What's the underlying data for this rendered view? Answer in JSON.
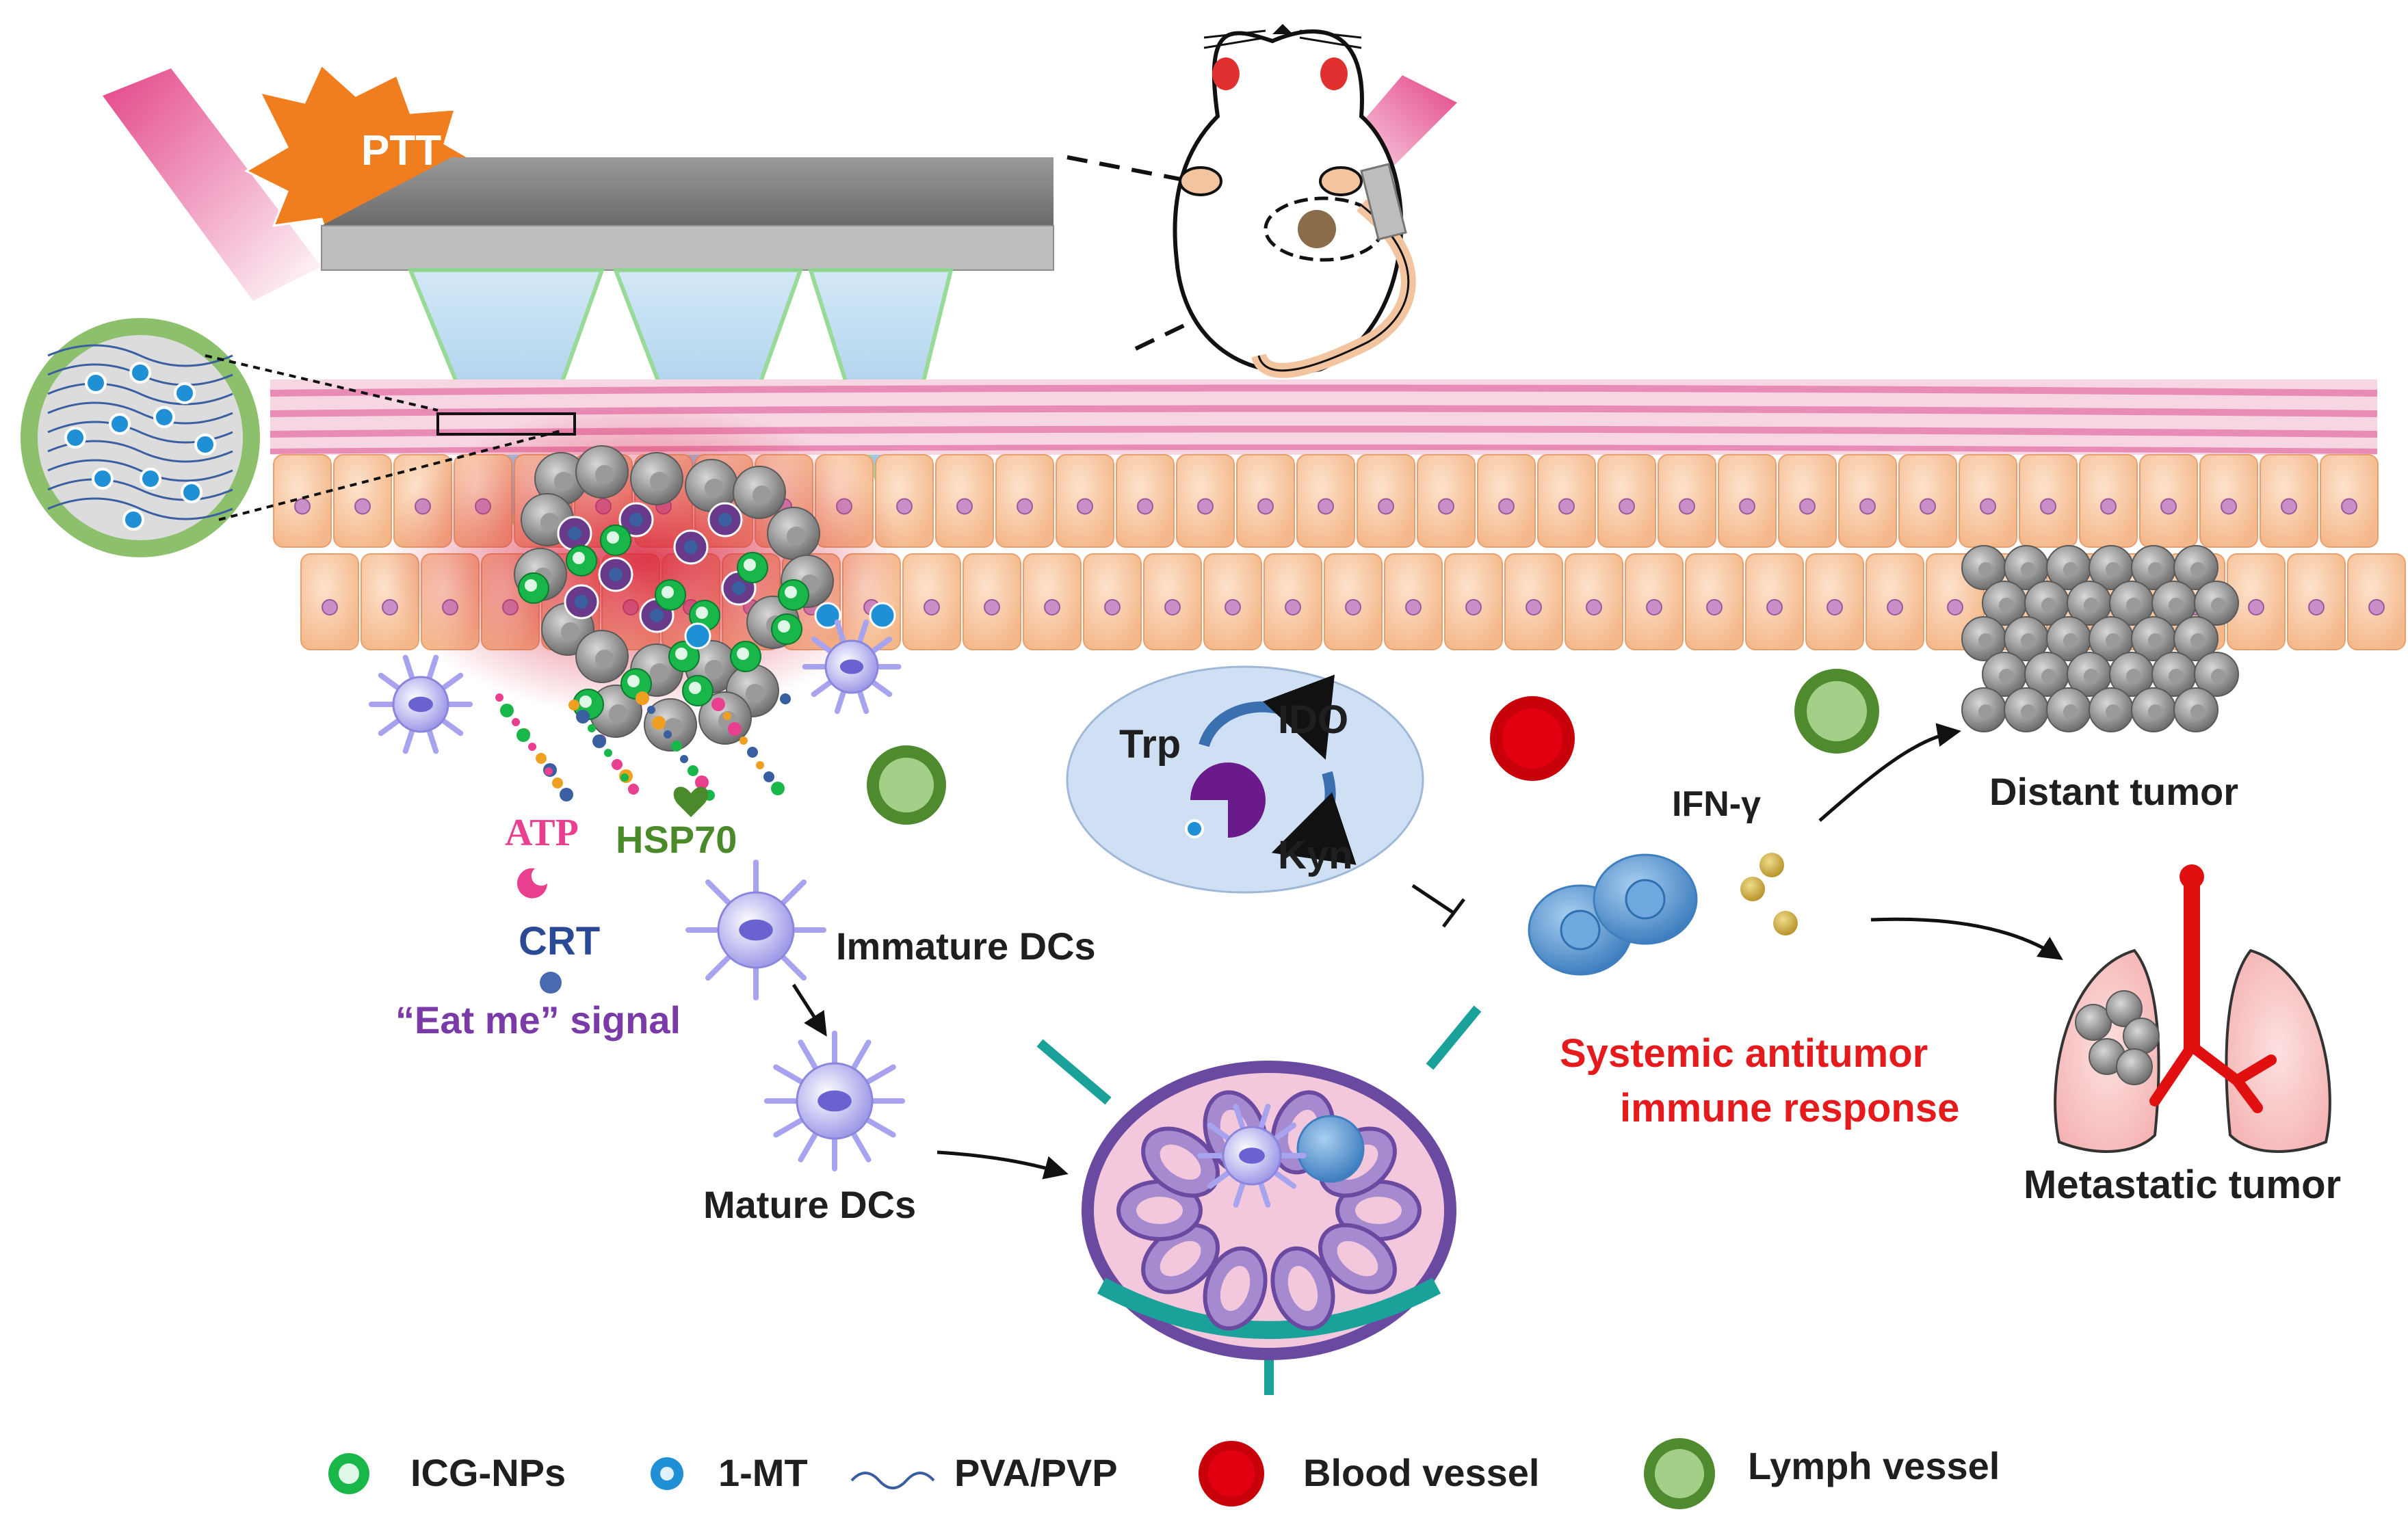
{
  "labels": {
    "ptt": "PTT",
    "atp": "ATP",
    "hsp70": "HSP70",
    "crt": "CRT",
    "eat_me": "“Eat me” signal",
    "immature_dcs": "Immature DCs",
    "mature_dcs": "Mature DCs",
    "trp": "Trp",
    "ido": "IDO",
    "kyn": "Kyn",
    "ifn_gamma": "IFN-γ",
    "systemic_line1": "Systemic antitumor",
    "systemic_line2": "immune response",
    "distant_tumor": "Distant tumor",
    "metastatic_tumor": "Metastatic tumor"
  },
  "legend": {
    "icg_nps": "ICG-NPs",
    "one_mt": "1-MT",
    "pva_pvp": "PVA/PVP",
    "blood_vessel": "Blood vessel",
    "lymph_vessel": "Lymph vessel"
  },
  "colors": {
    "icg_np": "#19b64a",
    "one_mt": "#1f8fd6",
    "blood_vessel": "#c8000a",
    "lymph_vessel": "#8cc06c",
    "laser": "#e0307a",
    "tissue_cell": "#f8c9a4",
    "tumor_cell": "#8a8a8a",
    "dendritic_cell": "#b7b3f2",
    "t_cell": "#5b9bd5",
    "systemic_text": "#e41a1c"
  }
}
